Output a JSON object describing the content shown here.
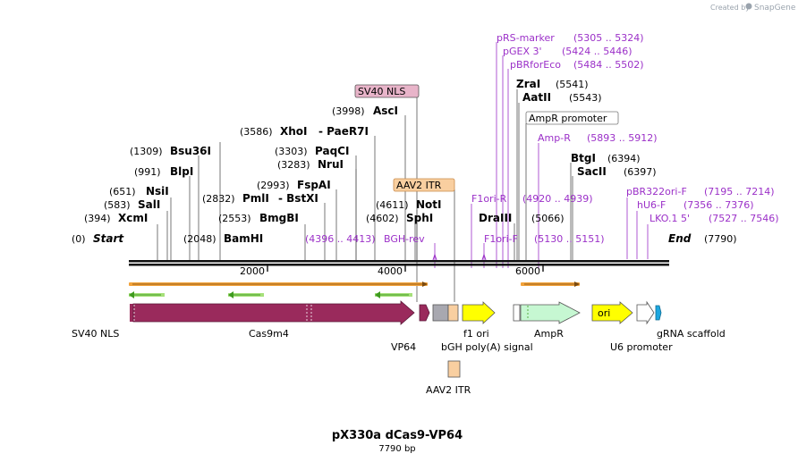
{
  "header": {
    "credit": "Created by",
    "brand": "SnapGene"
  },
  "plasmid": {
    "name": "pX330a dCas9-VP64",
    "length": "7790 bp"
  },
  "ruler": {
    "ticks": [
      "2000",
      "4000",
      "6000"
    ]
  },
  "sites": [
    {
      "pos": "(0)",
      "name": "Start"
    },
    {
      "pos": "(394)",
      "name": "XcmI"
    },
    {
      "pos": "(583)",
      "name": "SalI"
    },
    {
      "pos": "(651)",
      "name": "NsiI"
    },
    {
      "pos": "(991)",
      "name": "BlpI"
    },
    {
      "pos": "(1309)",
      "name": "Bsu36I"
    },
    {
      "pos": "(2048)",
      "name": "BamHI"
    },
    {
      "pos": "(2553)",
      "name": "BmgBI"
    },
    {
      "pos": "(2832)",
      "name": "PmlI",
      "extra": "- BstXI"
    },
    {
      "pos": "(2993)",
      "name": "FspAI"
    },
    {
      "pos": "(3283)",
      "name": "NruI"
    },
    {
      "pos": "(3303)",
      "name": "PaqCI"
    },
    {
      "pos": "(3586)",
      "name": "XhoI",
      "extra": "- PaeR7I"
    },
    {
      "pos": "(3998)",
      "name": "AscI"
    },
    {
      "pos": "(4611)",
      "name": "NotI"
    },
    {
      "pos": "(4602)",
      "name": "SphI"
    },
    {
      "pos": "(5066)",
      "name": "DraIII"
    },
    {
      "pos": "(5541)",
      "name": "ZraI"
    },
    {
      "pos": "(5543)",
      "name": "AatII"
    },
    {
      "pos": "(6394)",
      "name": "BtgI"
    },
    {
      "pos": "(6397)",
      "name": "SacII"
    },
    {
      "pos": "(7790)",
      "name": "End"
    }
  ],
  "primers": [
    {
      "name": "pRS-marker",
      "range": "(5305 .. 5324)"
    },
    {
      "name": "pGEX 3'",
      "range": "(5424 .. 5446)"
    },
    {
      "name": "pBRforEco",
      "range": "(5484 .. 5502)"
    },
    {
      "name": "Amp-R",
      "range": "(5893 .. 5912)"
    },
    {
      "name": "F1ori-R",
      "range": "(4920 .. 4939)"
    },
    {
      "name": "F1ori-F",
      "range": "(5130 .. 5151)"
    },
    {
      "name": "(4396 .. 4413)",
      "range": ""
    },
    {
      "name": "BGH-rev",
      "range": ""
    },
    {
      "name": "pBR322ori-F",
      "range": "(7195 .. 7214)"
    },
    {
      "name": "hU6-F",
      "range": "(7356 .. 7376)"
    },
    {
      "name": "LKO.1 5'",
      "range": "(7527 .. 7546)"
    }
  ],
  "boxes": {
    "sv40_nls": "SV40 NLS",
    "aav2_itr": "AAV2 ITR",
    "ampr_promoter": "AmpR promoter"
  },
  "features": {
    "sv40_nls": "SV40 NLS",
    "cas9m4": "Cas9m4",
    "vp64": "VP64",
    "bgh": "bGH poly(A) signal",
    "f1ori": "f1 ori",
    "ampr": "AmpR",
    "ori": "ori",
    "u6": "U6 promoter",
    "grna": "gRNA scaffold",
    "aav2_itr": "AAV2 ITR"
  },
  "colors": {
    "cas9": "#9a2a5c",
    "vp64": "#9a2a5c",
    "itr": "#f9cfa0",
    "polyA": "#a8a8b0",
    "f1ori": "#ffff00",
    "ampr": "#c6f7d2",
    "ori": "#ffff00",
    "grna": "#1ea7e0",
    "primer": "#9b30c8",
    "orf": "#f2a23a",
    "orf_green": "#3e9a1e"
  }
}
